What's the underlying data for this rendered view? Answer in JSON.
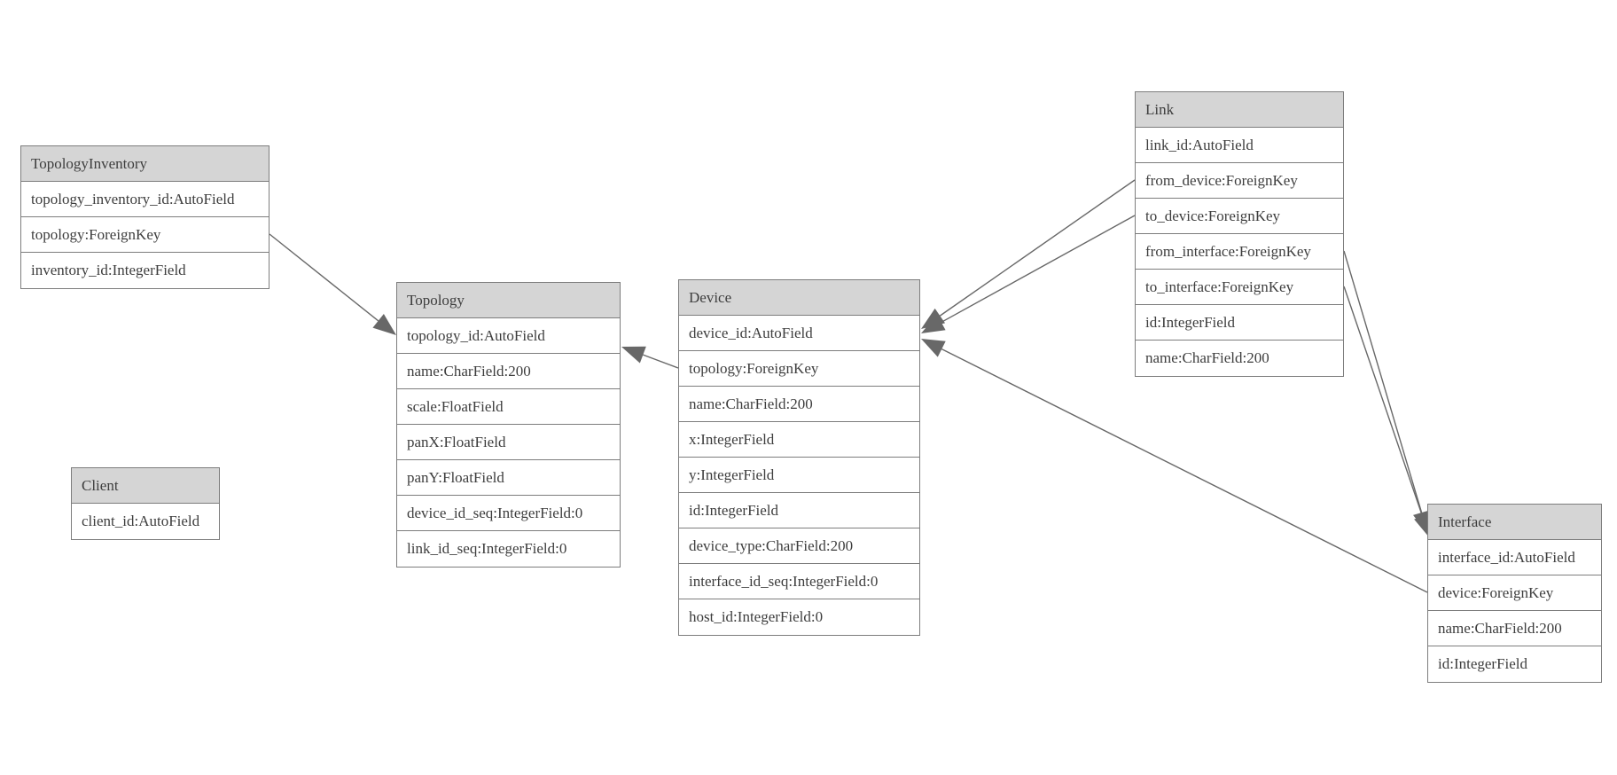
{
  "diagram": {
    "type": "entity-relationship-model-diagram",
    "colors": {
      "background": "#ffffff",
      "header_fill": "#d5d5d5",
      "border": "#7d7d7d",
      "text": "#3d3d3d",
      "line": "#686868",
      "arrow": "#686868"
    },
    "entities": [
      {
        "id": "topology_inventory",
        "title": "TopologyInventory",
        "fields": [
          "topology_inventory_id:AutoField",
          "topology:ForeignKey",
          "inventory_id:IntegerField"
        ]
      },
      {
        "id": "client",
        "title": "Client",
        "fields": [
          "client_id:AutoField"
        ]
      },
      {
        "id": "topology",
        "title": "Topology",
        "fields": [
          "topology_id:AutoField",
          "name:CharField:200",
          "scale:FloatField",
          "panX:FloatField",
          "panY:FloatField",
          "device_id_seq:IntegerField:0",
          "link_id_seq:IntegerField:0"
        ]
      },
      {
        "id": "device",
        "title": "Device",
        "fields": [
          "device_id:AutoField",
          "topology:ForeignKey",
          "name:CharField:200",
          "x:IntegerField",
          "y:IntegerField",
          "id:IntegerField",
          "device_type:CharField:200",
          "interface_id_seq:IntegerField:0",
          "host_id:IntegerField:0"
        ]
      },
      {
        "id": "link",
        "title": "Link",
        "fields": [
          "link_id:AutoField",
          "from_device:ForeignKey",
          "to_device:ForeignKey",
          "from_interface:ForeignKey",
          "to_interface:ForeignKey",
          "id:IntegerField",
          "name:CharField:200"
        ]
      },
      {
        "id": "interface",
        "title": "Interface",
        "fields": [
          "interface_id:AutoField",
          "device:ForeignKey",
          "name:CharField:200",
          "id:IntegerField"
        ]
      }
    ],
    "relations": [
      {
        "from": "TopologyInventory.topology",
        "to": "Topology.topology_id"
      },
      {
        "from": "Device.topology",
        "to": "Topology.topology_id"
      },
      {
        "from": "Link.from_device",
        "to": "Device.device_id"
      },
      {
        "from": "Link.to_device",
        "to": "Device.device_id"
      },
      {
        "from": "Link.from_interface",
        "to": "Interface.interface_id"
      },
      {
        "from": "Link.to_interface",
        "to": "Interface.interface_id"
      },
      {
        "from": "Interface.device",
        "to": "Device.device_id"
      }
    ]
  }
}
